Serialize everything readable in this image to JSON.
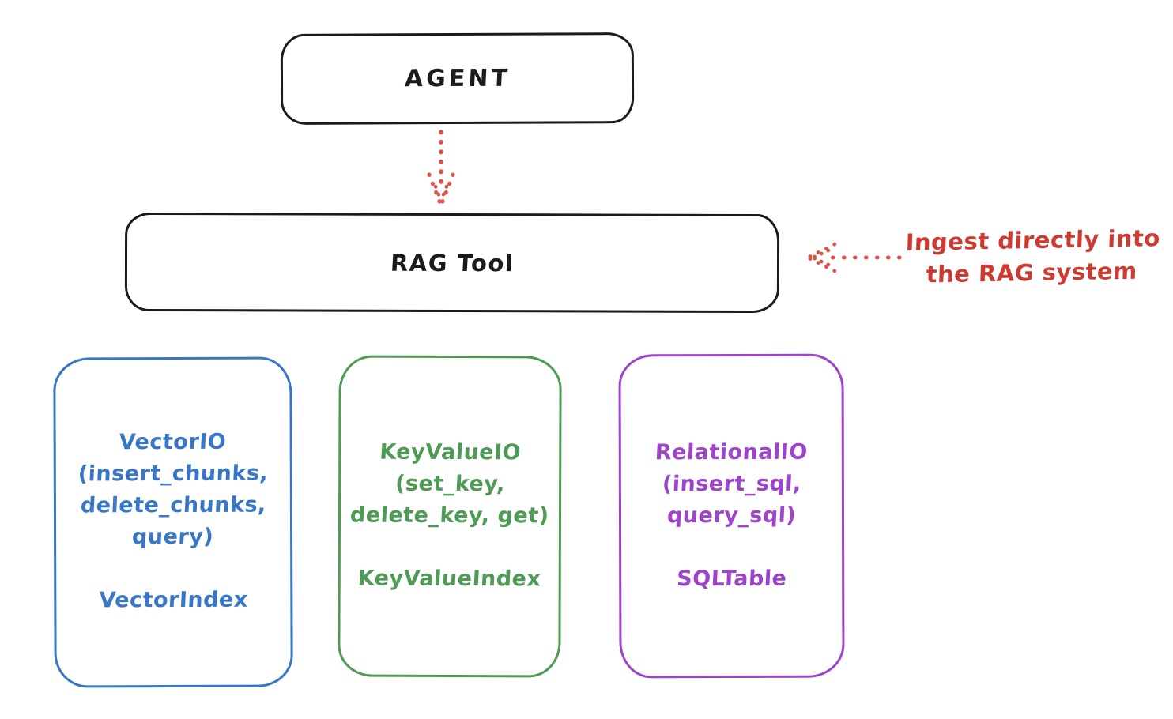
{
  "agent": {
    "label": "AGENT"
  },
  "rag_tool": {
    "label": "RAG Tool"
  },
  "annotation": {
    "line1": "Ingest directly into",
    "line2": "the RAG system"
  },
  "arrows": {
    "agent_to_rag": "dotted-down-arrow",
    "ingest": "dotted-left-arrow"
  },
  "storage": [
    {
      "lines": [
        "VectorIO",
        "(insert_chunks,",
        "delete_chunks,",
        "query)"
      ],
      "index": "VectorIndex",
      "color": "#3876c6"
    },
    {
      "lines": [
        "KeyValueIO",
        "(set_key,",
        "delete_key, get)"
      ],
      "index": "KeyValueIndex",
      "color": "#4d9b55"
    },
    {
      "lines": [
        "RelationalIO",
        "(insert_sql,",
        "query_sql)"
      ],
      "index": "SQLTable",
      "color": "#9d44cb"
    }
  ],
  "colors": {
    "ink": "#1b1b1f",
    "red_text": "#cc3a31",
    "red_arrow": "#dd5249",
    "background": "#ffffff"
  }
}
